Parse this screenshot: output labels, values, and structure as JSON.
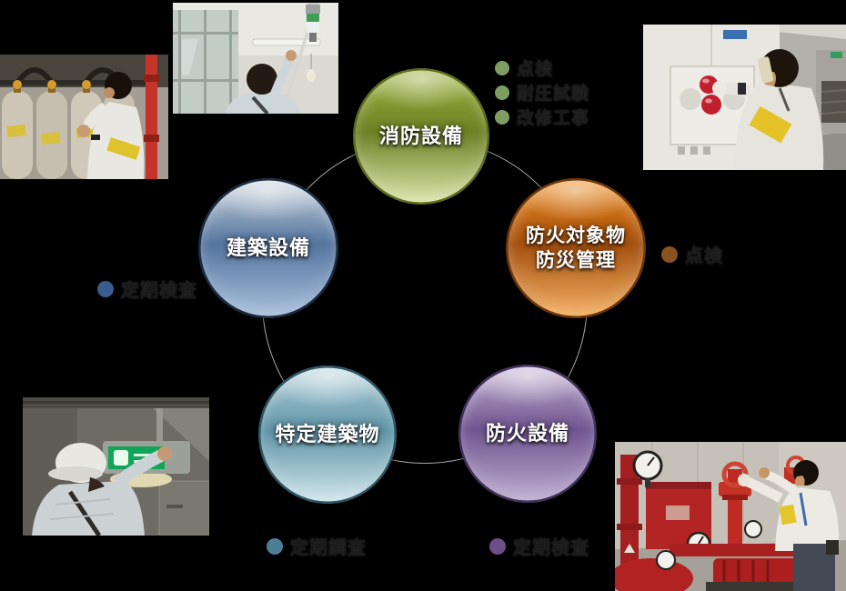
{
  "diagram": {
    "ring_color": "#a8a8a8",
    "circles": [
      {
        "id": "fire-equipment",
        "label_lines": [
          "消防設備"
        ],
        "colors": {
          "c1": "#9cb13a",
          "c2": "#6f8026",
          "c3": "#dde7ad",
          "rim": "#5c6c1e"
        },
        "bullets": {
          "colors": {
            "dot": "#7d9d62"
          },
          "items": [
            "点検",
            "耐圧試験",
            "改修工事"
          ]
        }
      },
      {
        "id": "fire-protection-target-disaster-management",
        "label_lines": [
          "防火対象物",
          "防災管理"
        ],
        "colors": {
          "c1": "#ef8c1e",
          "c2": "#a44f0e",
          "c3": "#f5b264",
          "rim": "#6e3608"
        },
        "bullets": {
          "colors": {
            "dot": "#8a5220"
          },
          "items": [
            "点検"
          ]
        }
      },
      {
        "id": "building-equipment",
        "label_lines": [
          "建築設備"
        ],
        "colors": {
          "c1": "#cdd6de",
          "c2": "#54749e",
          "c3": "#a9c0dc",
          "rim": "#1a2a40"
        },
        "bullets": {
          "colors": {
            "dot": "#3a5c8e"
          },
          "items": [
            "定期検査"
          ]
        }
      },
      {
        "id": "specified-buildings",
        "label_lines": [
          "特定建築物"
        ],
        "colors": {
          "c1": "#bcd6de",
          "c2": "#5e93a6",
          "c3": "#d3e7ec",
          "rim": "#2e5563"
        },
        "bullets": {
          "colors": {
            "dot": "#4e7e96"
          },
          "items": [
            "定期調査"
          ]
        }
      },
      {
        "id": "fire-prevention-equipment",
        "label_lines": [
          "防火設備"
        ],
        "colors": {
          "c1": "#c3b2d2",
          "c2": "#6f5590",
          "c3": "#bfaed0",
          "rim": "#41305c"
        },
        "bullets": {
          "colors": {
            "dot": "#6c4f8a"
          },
          "items": [
            "定期検査"
          ]
        }
      }
    ]
  }
}
